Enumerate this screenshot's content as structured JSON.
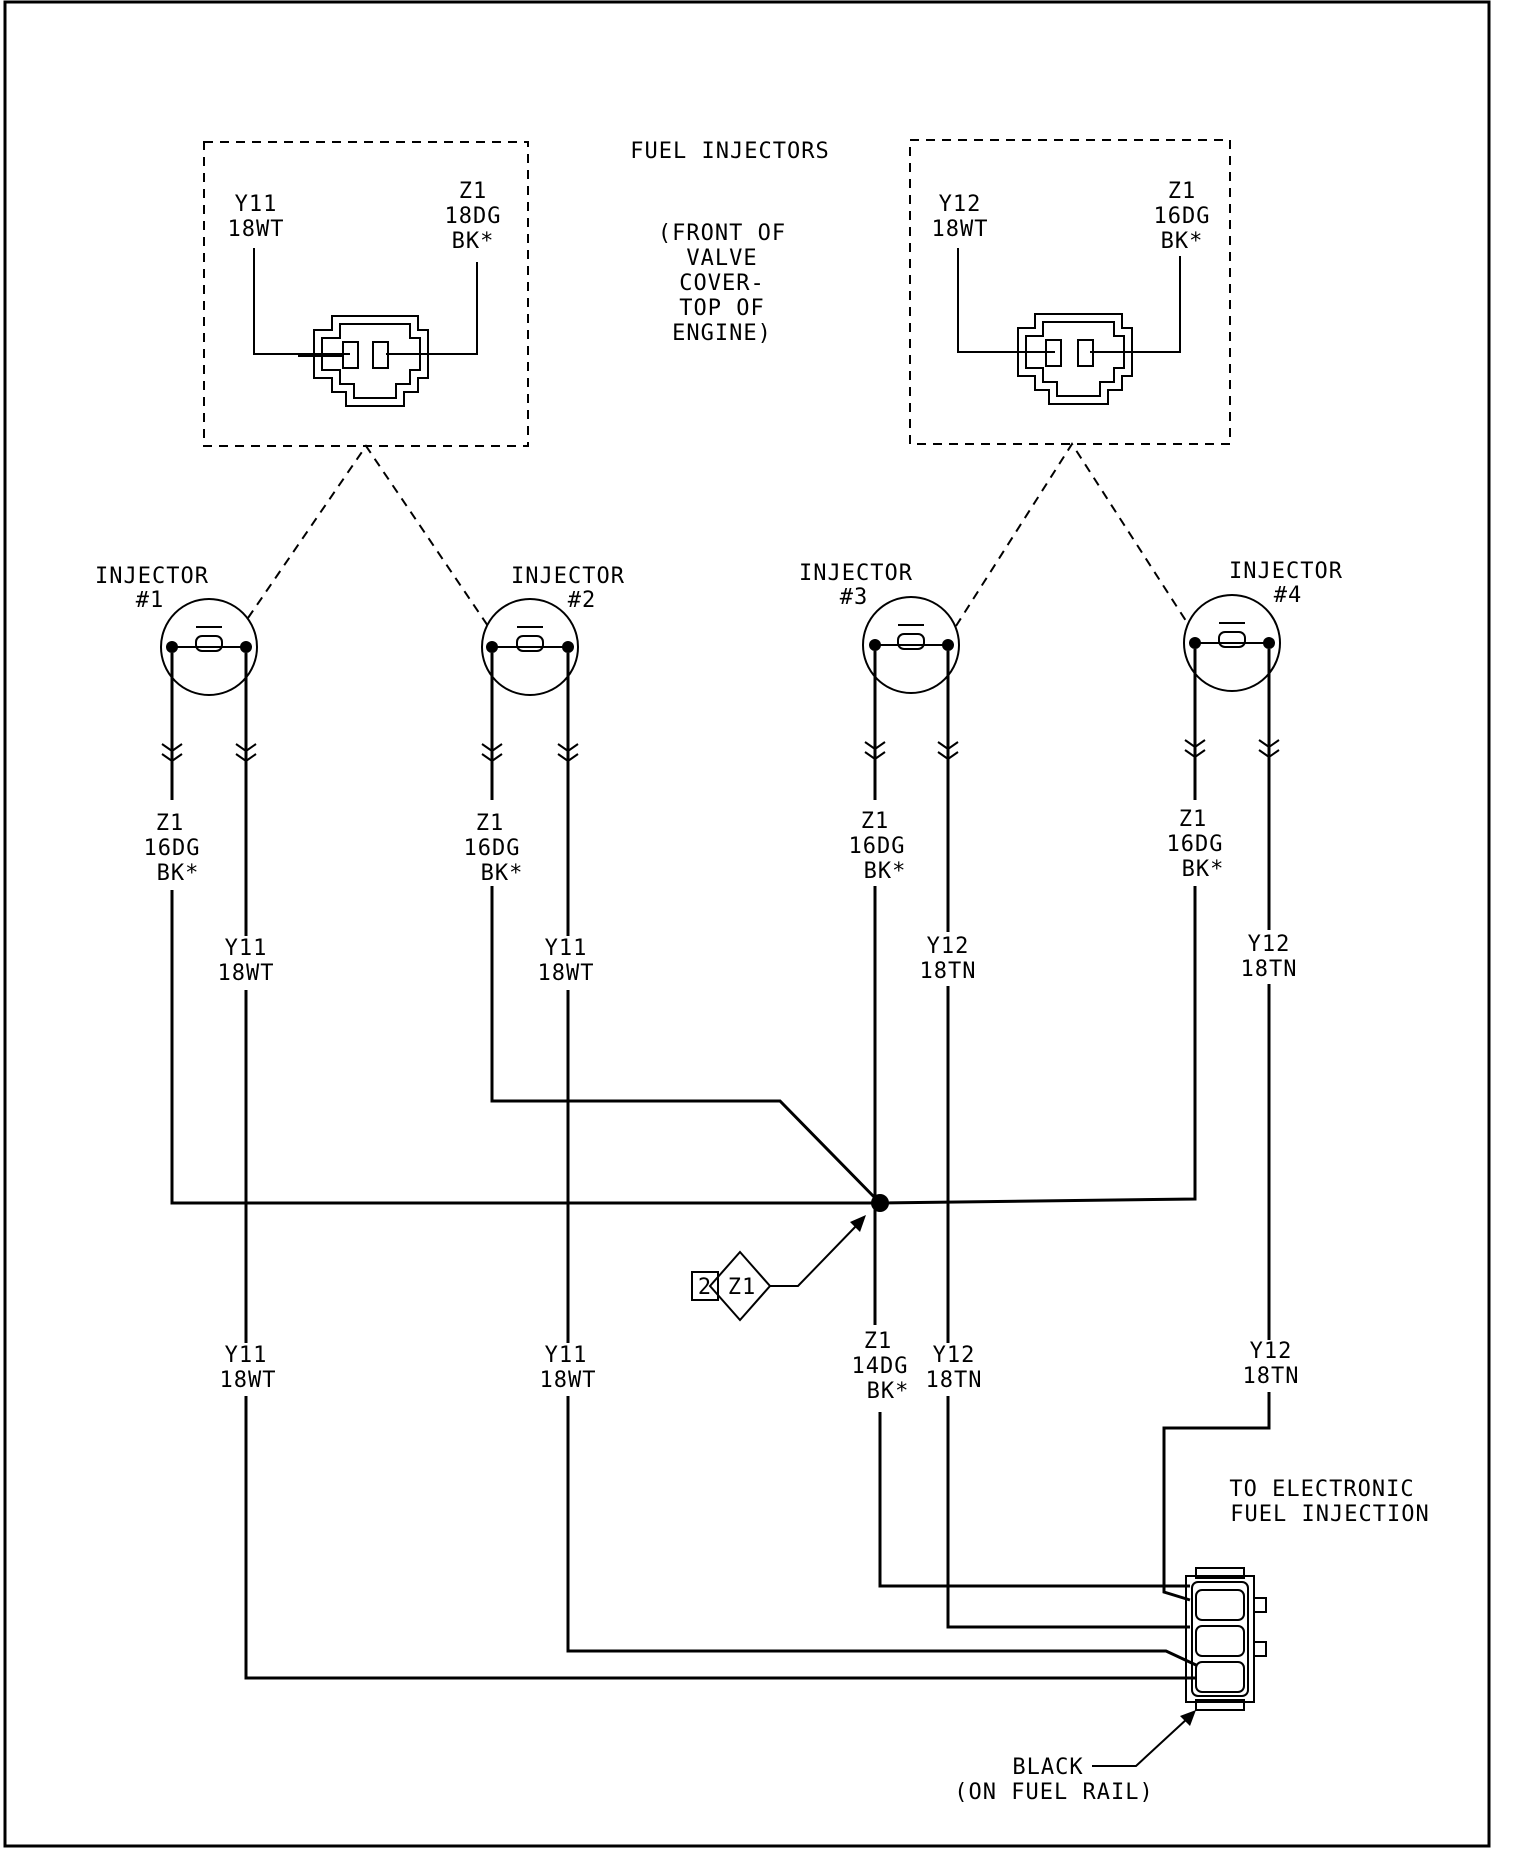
{
  "title": "FUEL INJECTORS",
  "location_note": [
    "(FRONT OF",
    "VALVE",
    "COVER-",
    "TOP OF",
    "ENGINE)"
  ],
  "connector_left": {
    "pin_a": [
      "Y11",
      "18WT"
    ],
    "pin_b": [
      "Z1",
      "18DG",
      "BK*"
    ]
  },
  "connector_right": {
    "pin_a": [
      "Y12",
      "18WT"
    ],
    "pin_b": [
      "Z1",
      "16DG",
      "BK*"
    ]
  },
  "injectors": [
    {
      "label": [
        "INJECTOR",
        "#1"
      ],
      "ground_wire": [
        "Z1",
        "16DG",
        "BK*"
      ],
      "signal_wire_upper": [
        "Y11",
        "18WT"
      ],
      "signal_wire_lower": [
        "Y11",
        "18WT"
      ]
    },
    {
      "label": [
        "INJECTOR",
        "#2"
      ],
      "ground_wire": [
        "Z1",
        "16DG",
        "BK*"
      ],
      "signal_wire_upper": [
        "Y11",
        "18WT"
      ],
      "signal_wire_lower": [
        "Y11",
        "18WT"
      ]
    },
    {
      "label": [
        "INJECTOR",
        "#3"
      ],
      "ground_wire": [
        "Z1",
        "16DG",
        "BK*"
      ],
      "signal_wire_upper": [
        "Y12",
        "18TN"
      ],
      "signal_wire_lower": [
        "Y12",
        "18TN"
      ]
    },
    {
      "label": [
        "INJECTOR",
        "#4"
      ],
      "ground_wire": [
        "Z1",
        "16DG",
        "BK*"
      ],
      "signal_wire_upper": [
        "Y12",
        "18TN"
      ],
      "signal_wire_lower": [
        "Y12",
        "18TN"
      ]
    }
  ],
  "splice_reference": {
    "number": "2",
    "circuit": "Z1"
  },
  "ground_out_wire": [
    "Z1",
    "14DG",
    "BK*"
  ],
  "destination": [
    "TO ELECTRONIC",
    "FUEL INJECTION"
  ],
  "connector_note": [
    "BLACK",
    "(ON FUEL RAIL)"
  ]
}
